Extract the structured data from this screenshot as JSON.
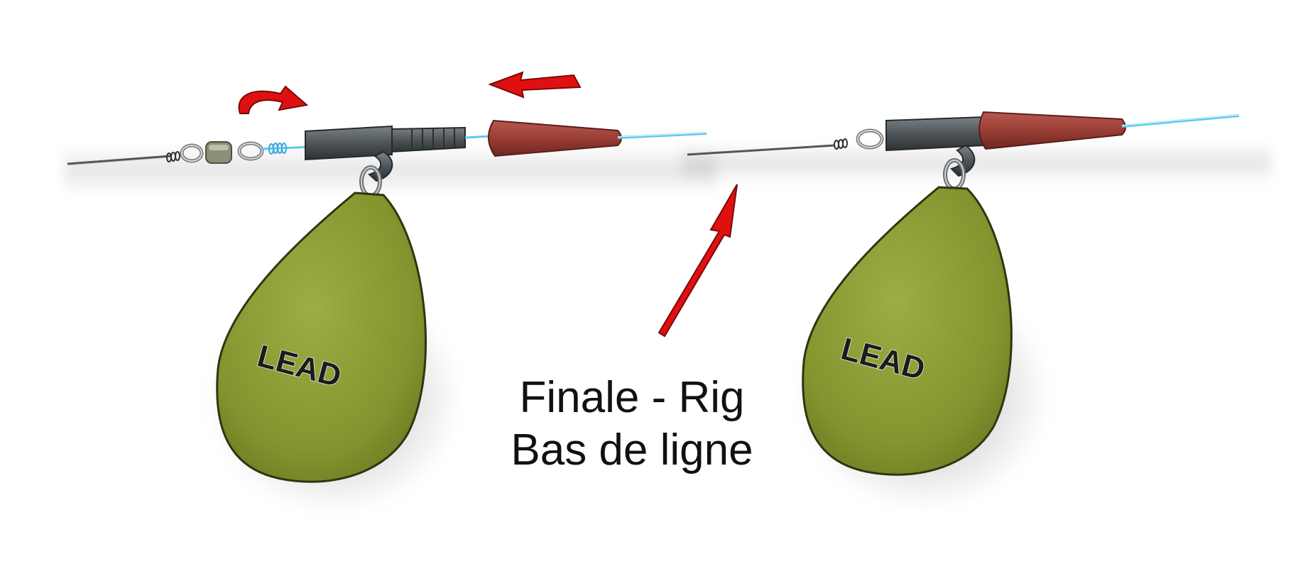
{
  "diagram": {
    "caption_line1": "Finale - Rig",
    "caption_line2": "Bas de ligne",
    "lead_label": "LEAD",
    "colors": {
      "lead": "#8c9a36",
      "lead_dark": "#5f6b1f",
      "tail_rubber": "#a0433b",
      "lead_clip": "#4a5054",
      "mainline": "#5ec8f0",
      "leader": "#555555",
      "arrow": "#e01010",
      "caption_text": "#111111"
    },
    "icons": {
      "rotate_arrow": "curved-arrow-icon",
      "slide_arrow": "straight-arrow-icon",
      "pointer_arrow": "diagonal-arrow-icon"
    }
  }
}
